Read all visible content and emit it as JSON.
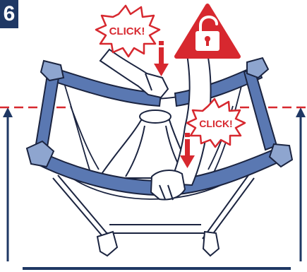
{
  "step": {
    "number": "6"
  },
  "callouts": [
    {
      "text": "CLICK!"
    },
    {
      "text": "CLICK!"
    }
  ],
  "icons": {
    "warning": "unlock-warning-icon",
    "arrow": "down-arrow-icon"
  },
  "colors": {
    "navy": "#1f3864",
    "frame_blue": "#5a78b2",
    "frame_dark": "#2b4680",
    "alert_red": "#d7282f",
    "outline": "#1b2440"
  }
}
